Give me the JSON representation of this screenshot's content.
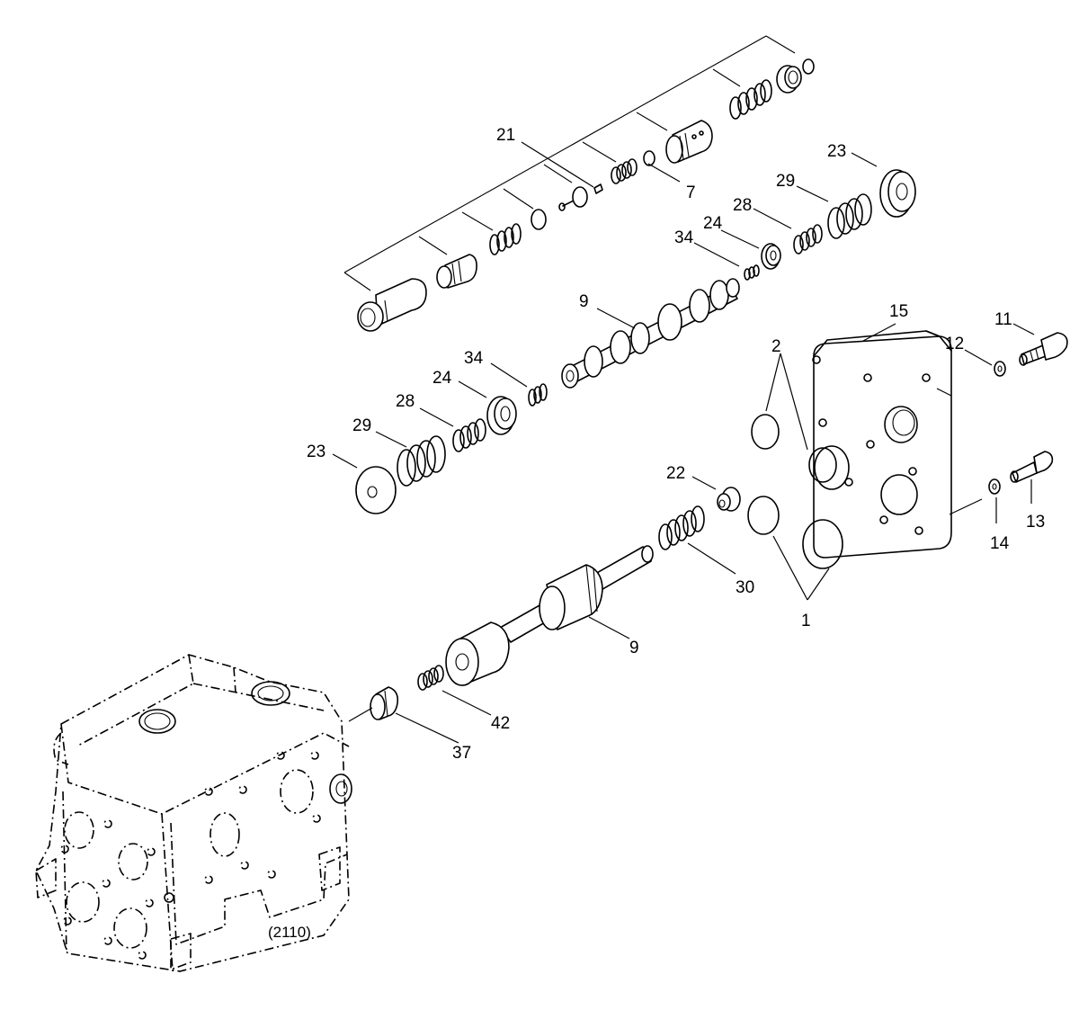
{
  "callouts": {
    "c21": "21",
    "c7": "7",
    "c23_top": "23",
    "c29_top": "29",
    "c28_top": "28",
    "c24_top": "24",
    "c34_top": "34",
    "c9_top": "9",
    "c15": "15",
    "c11": "11",
    "c12": "12",
    "c2": "2",
    "c34_mid": "34",
    "c24_mid": "24",
    "c28_mid": "28",
    "c29_mid": "29",
    "c23_mid": "23",
    "c22": "22",
    "c13": "13",
    "c14": "14",
    "c30": "30",
    "c1": "1",
    "c9_bot": "9",
    "c42": "42",
    "c37": "37"
  },
  "housing_ref": "(2110)"
}
